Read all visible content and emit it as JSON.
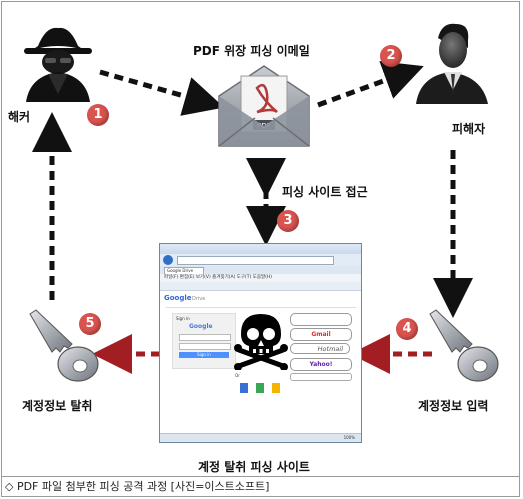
{
  "title": "PDF 위장 피싱 이메일",
  "nodes": {
    "hacker": "해커",
    "victim": "피해자",
    "phishing_access": "피싱 사이트 접근",
    "account_theft": "계정정보 탈취",
    "account_input": "계정정보 입력",
    "phishing_site": "계정 탈취 피싱 사이트"
  },
  "steps": [
    "1",
    "2",
    "3",
    "4",
    "5"
  ],
  "pdf_badge": "PDF",
  "browser": {
    "tab": "Google Drive",
    "menu": "파일(F)   편집(E)   보기(V)   즐겨찾기(A)   도구(T)   도움말(H)",
    "brand": "Google",
    "drive": "Drive",
    "signin": "Sign in",
    "signin_button": "Sign in",
    "or_label": "Or",
    "logos": [
      "Gmail",
      "Hotmail",
      "Yahoo!"
    ],
    "zoom": "100%"
  },
  "caption": "◇ PDF 파일 첨부한 피싱 공격 과정 [사진=이스트소프트]",
  "colors": {
    "step": "#d9534f",
    "arrow_black": "#111111",
    "arrow_red": "#a31e23"
  },
  "icons": [
    "spy-icon",
    "envelope-pdf-icon",
    "businessman-icon",
    "key-icon",
    "skull-crossbones-icon"
  ]
}
